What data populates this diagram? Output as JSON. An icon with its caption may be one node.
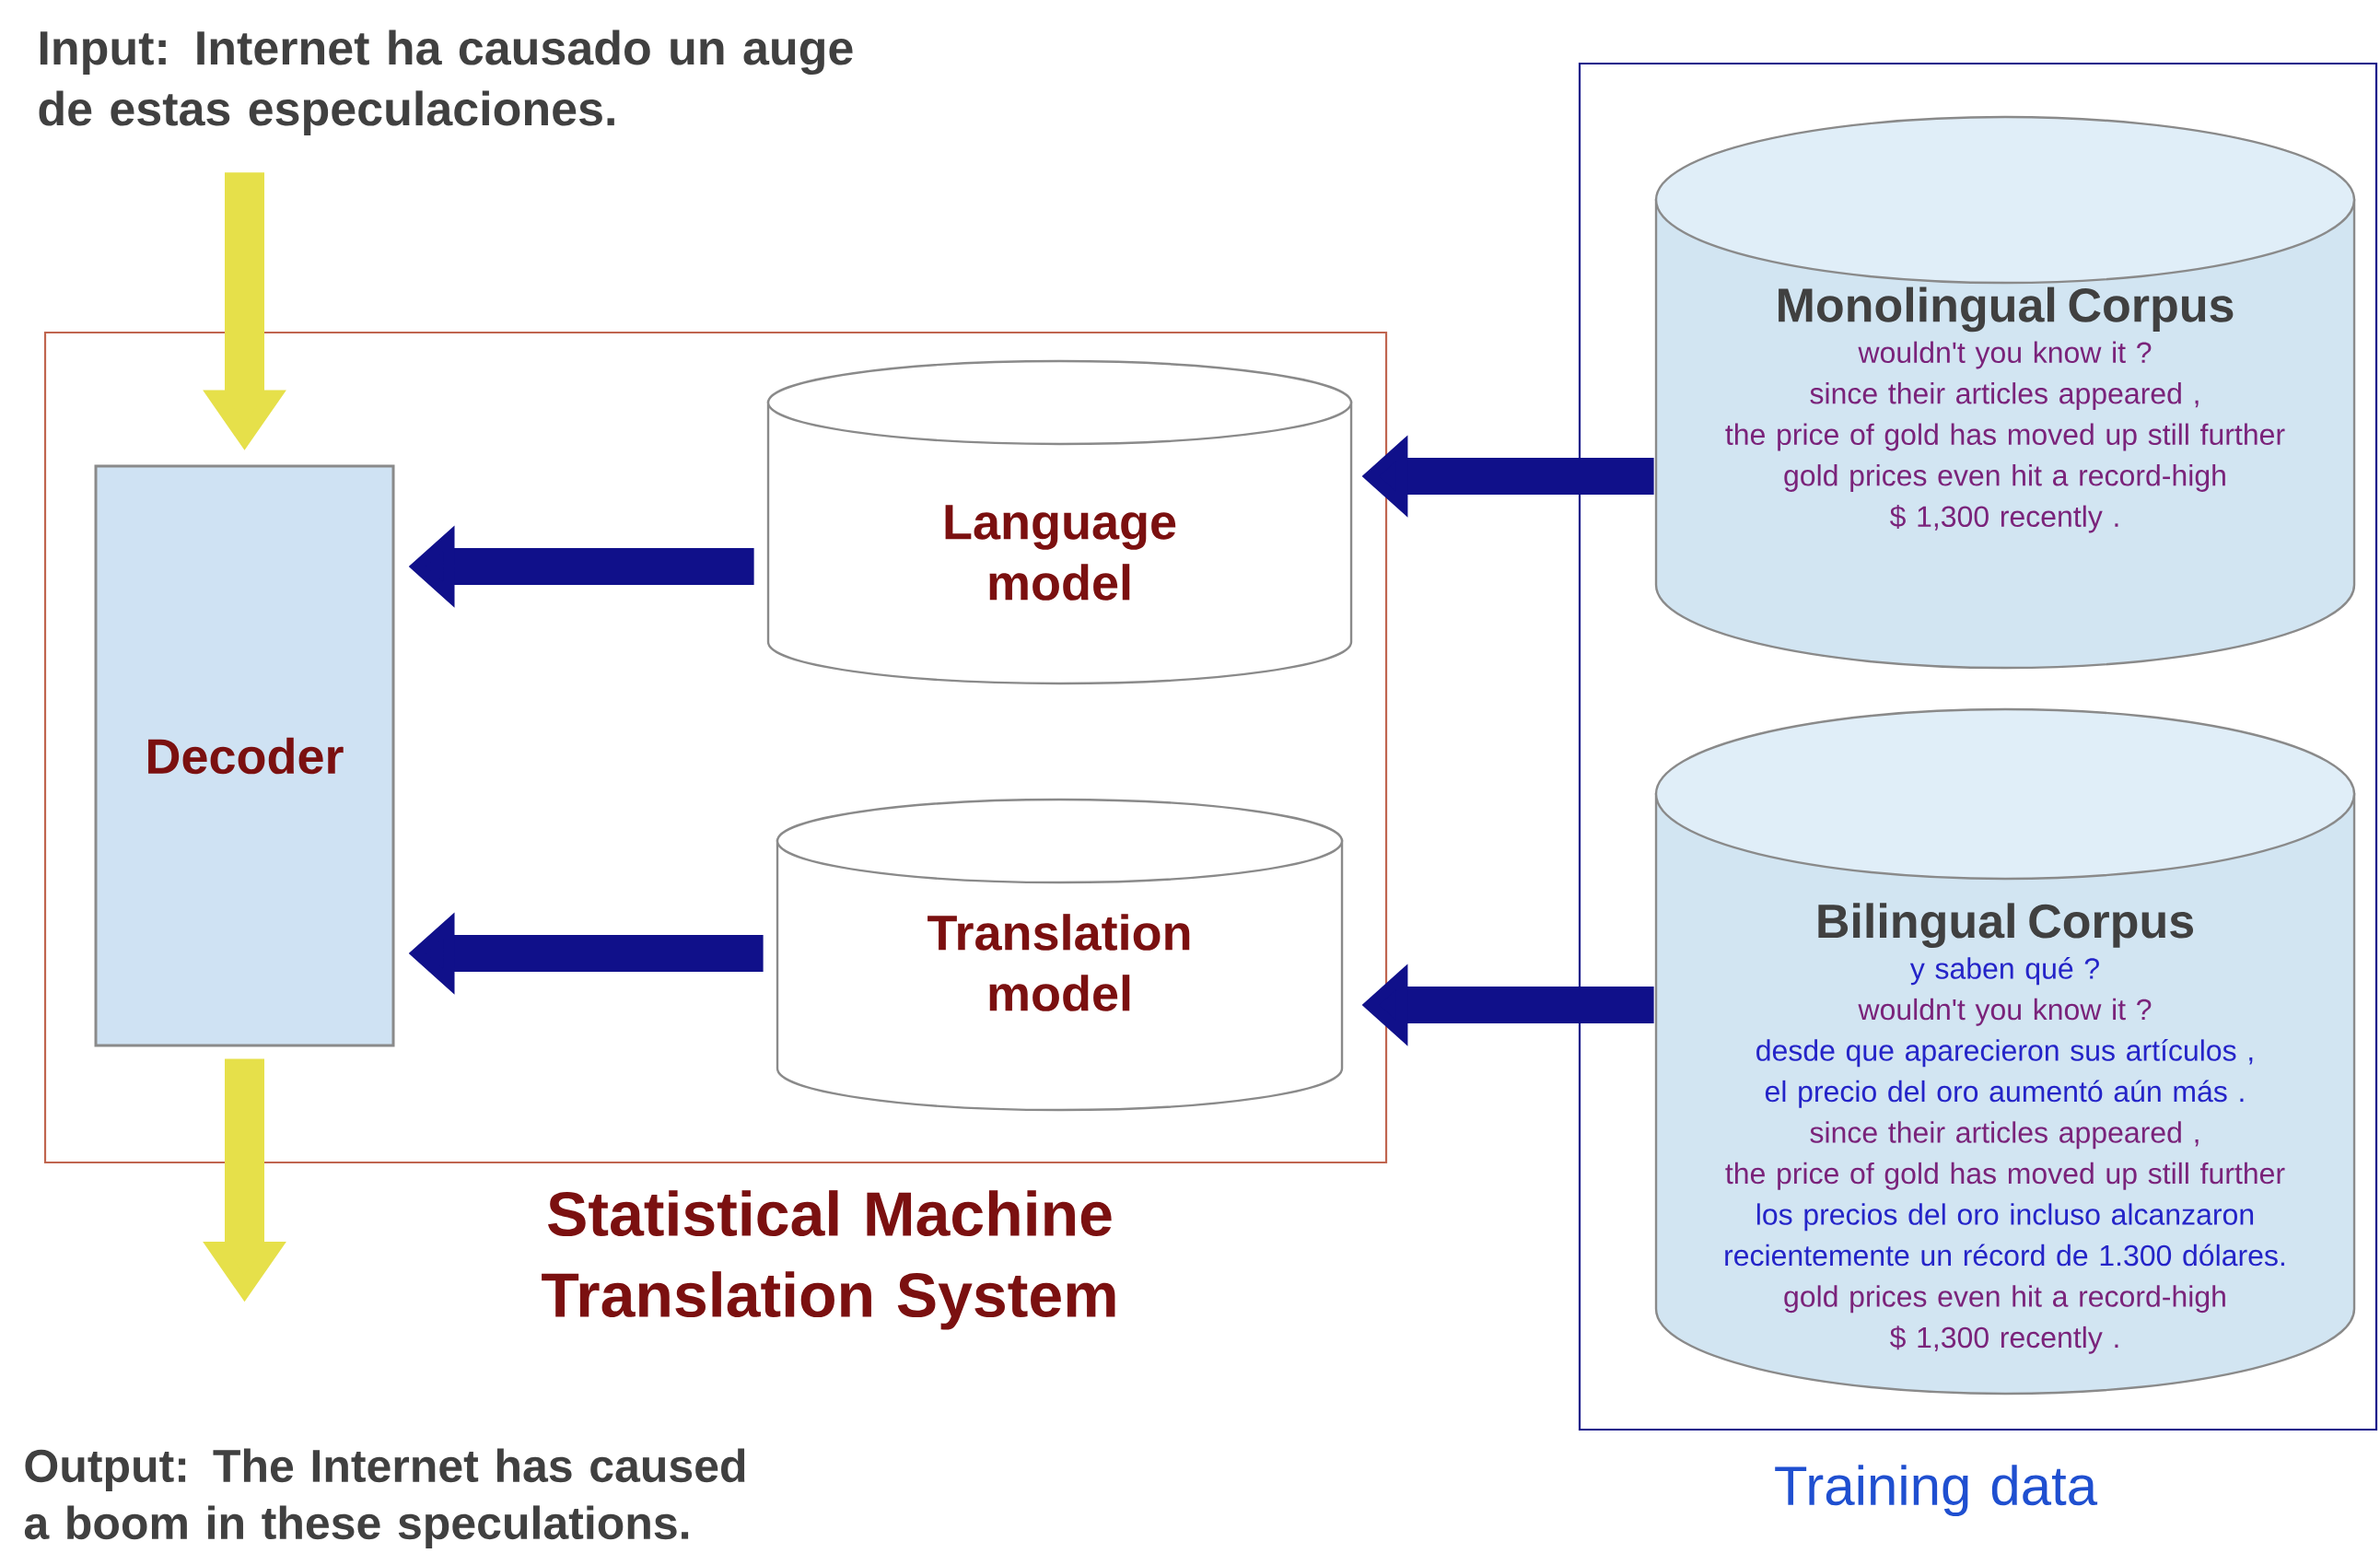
{
  "diagram": {
    "nodes": [
      {
        "text": [
          "Input: Internet ha causado un auge de estas especulaciones."
        ]
      },
      {
        "text": [
          "Statistical Machine Translation System"
        ]
      },
      {
        "text": [
          "Decoder"
        ],
        "in": 1
      },
      {
        "text": [
          "Language model"
        ],
        "in": 1
      },
      {
        "text": [
          "Translation model"
        ],
        "in": 1
      },
      {
        "text": [
          "Training data"
        ]
      },
      {
        "text": [
          "Monolingual Corpus",
          "wouldn't you know it ?",
          "since their articles appeared ,",
          "the price of gold has moved up still further",
          "gold prices even hit a record-high",
          "$ 1,300 recently ."
        ],
        "in": 5
      },
      {
        "text": [
          "Bilingual Corpus",
          "y saben qué ?",
          "wouldn't you know it ?",
          "desde que aparecieron sus artículos ,",
          "el precio del oro aumentó aún más .",
          "since their articles appeared ,",
          "the price of gold has moved up still further",
          "los precios del oro incluso alcanzaron",
          "recientemente un récord de 1.300 dólares.",
          "gold prices even hit a record-high",
          "$ 1,300 recently ."
        ],
        "in": 5
      },
      {
        "text": [
          "Output: The Internet has caused a boom in these speculations."
        ]
      }
    ],
    "edges": [
      {
        "from": 0,
        "to": 2,
        "arrow": "to",
        "color": "#e6e04a"
      },
      {
        "from": 3,
        "to": 2,
        "arrow": "to"
      },
      {
        "from": 4,
        "to": 2,
        "arrow": "to"
      },
      {
        "from": 6,
        "to": 3,
        "arrow": "to"
      },
      {
        "from": 7,
        "to": 4,
        "arrow": "to"
      },
      {
        "from": 2,
        "to": 8,
        "arrow": "to",
        "color": "#e6e04a"
      }
    ]
  }
}
